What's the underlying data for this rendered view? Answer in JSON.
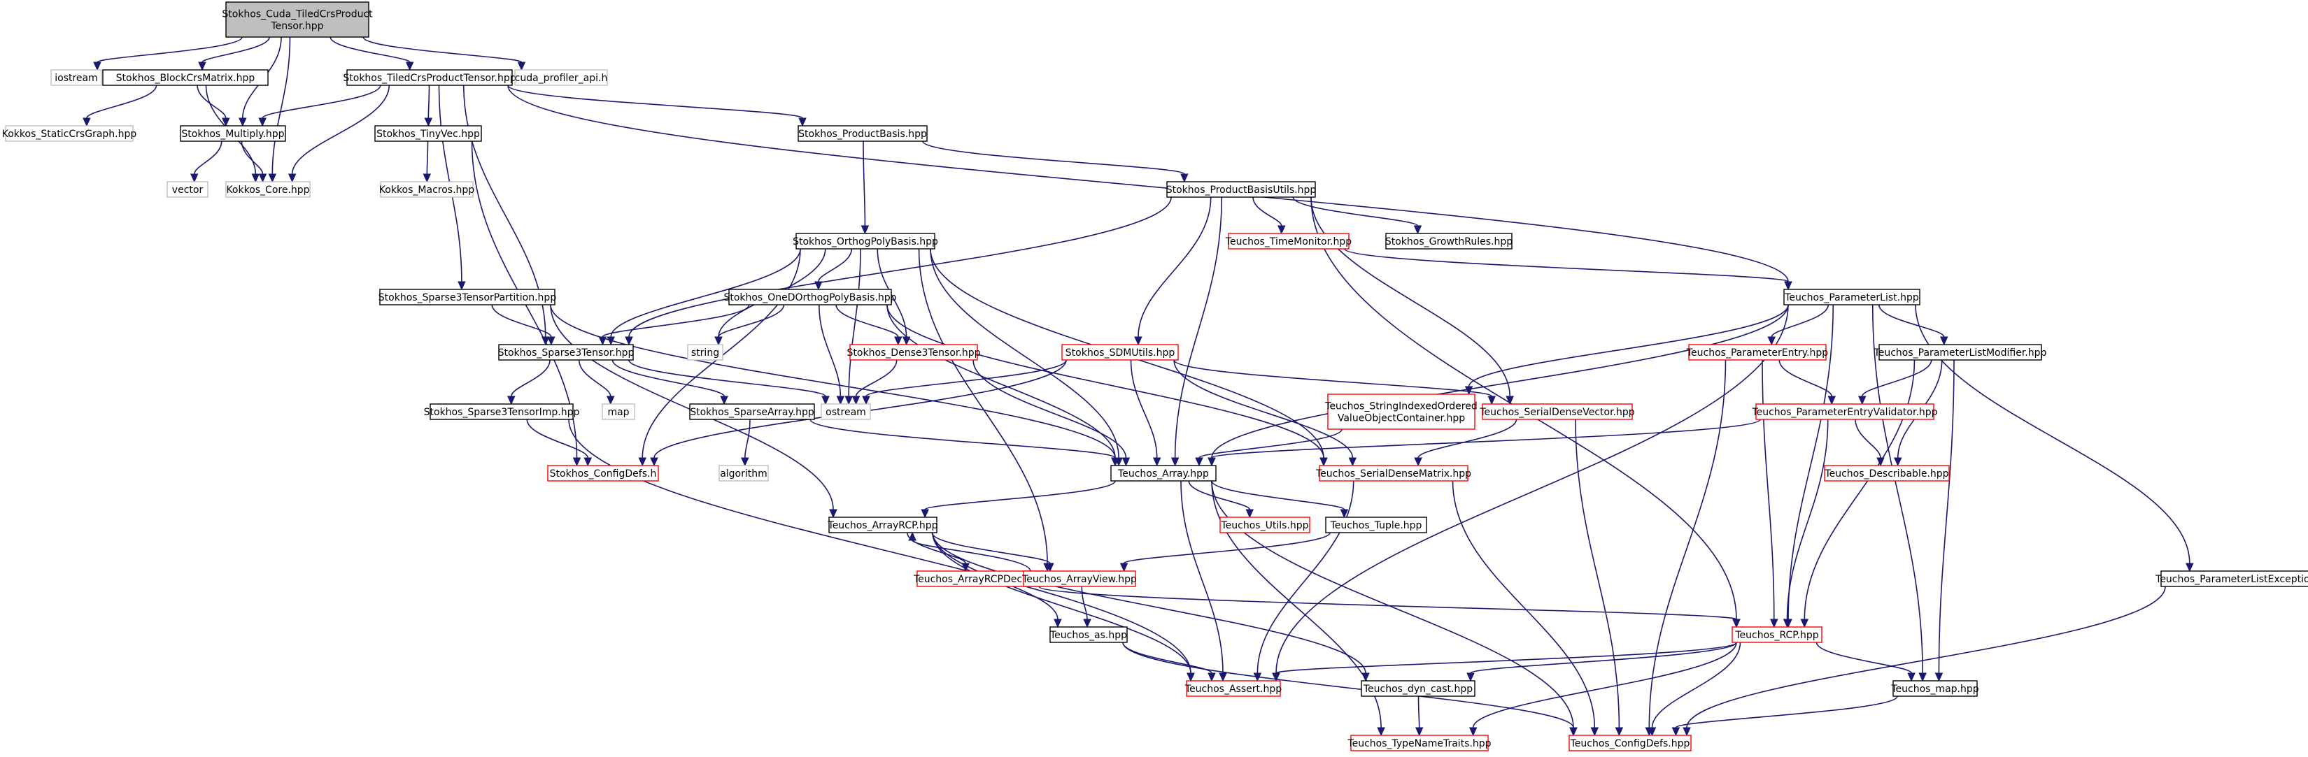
{
  "graph": {
    "colors": {
      "edge": "#191970",
      "border_normal": "#000000",
      "border_truncated": "#ff0000",
      "border_external": "#bfbfbf",
      "root_fill": "#bfbfbf",
      "node_fill": "#ffffff"
    },
    "nodes": [
      {
        "id": "root",
        "lines": [
          "Stokhos_Cuda_TiledCrsProduct",
          "Tensor.hpp"
        ],
        "style": "root"
      },
      {
        "id": "iostream",
        "lines": [
          "iostream"
        ],
        "style": "external"
      },
      {
        "id": "blockcrs",
        "lines": [
          "Stokhos_BlockCrsMatrix.hpp"
        ],
        "style": "normal"
      },
      {
        "id": "tiledcrs",
        "lines": [
          "Stokhos_TiledCrsProductTensor.hpp"
        ],
        "style": "normal"
      },
      {
        "id": "cudaprof",
        "lines": [
          "cuda_profiler_api.h"
        ],
        "style": "external"
      },
      {
        "id": "kokkosgraph",
        "lines": [
          "Kokkos_StaticCrsGraph.hpp"
        ],
        "style": "external"
      },
      {
        "id": "multiply",
        "lines": [
          "Stokhos_Multiply.hpp"
        ],
        "style": "normal"
      },
      {
        "id": "tinyvec",
        "lines": [
          "Stokhos_TinyVec.hpp"
        ],
        "style": "normal"
      },
      {
        "id": "productbasis",
        "lines": [
          "Stokhos_ProductBasis.hpp"
        ],
        "style": "normal"
      },
      {
        "id": "vector",
        "lines": [
          "vector"
        ],
        "style": "external"
      },
      {
        "id": "kokkoscore",
        "lines": [
          "Kokkos_Core.hpp"
        ],
        "style": "external"
      },
      {
        "id": "kokkosmacros",
        "lines": [
          "Kokkos_Macros.hpp"
        ],
        "style": "external"
      },
      {
        "id": "pbutils",
        "lines": [
          "Stokhos_ProductBasisUtils.hpp"
        ],
        "style": "normal"
      },
      {
        "id": "orthopoly",
        "lines": [
          "Stokhos_OrthogPolyBasis.hpp"
        ],
        "style": "normal"
      },
      {
        "id": "timemonitor",
        "lines": [
          "Teuchos_TimeMonitor.hpp"
        ],
        "style": "truncated"
      },
      {
        "id": "growthrules",
        "lines": [
          "Stokhos_GrowthRules.hpp"
        ],
        "style": "normal"
      },
      {
        "id": "s3partition",
        "lines": [
          "Stokhos_Sparse3TensorPartition.hpp"
        ],
        "style": "normal"
      },
      {
        "id": "onedortho",
        "lines": [
          "Stokhos_OneDOrthogPolyBasis.hpp"
        ],
        "style": "normal"
      },
      {
        "id": "paramlist",
        "lines": [
          "Teuchos_ParameterList.hpp"
        ],
        "style": "normal"
      },
      {
        "id": "s3tensor",
        "lines": [
          "Stokhos_Sparse3Tensor.hpp"
        ],
        "style": "normal"
      },
      {
        "id": "string",
        "lines": [
          "string"
        ],
        "style": "external"
      },
      {
        "id": "dense3",
        "lines": [
          "Stokhos_Dense3Tensor.hpp"
        ],
        "style": "truncated"
      },
      {
        "id": "sdmutils",
        "lines": [
          "Stokhos_SDMUtils.hpp"
        ],
        "style": "truncated"
      },
      {
        "id": "paramentry",
        "lines": [
          "Teuchos_ParameterEntry.hpp"
        ],
        "style": "truncated"
      },
      {
        "id": "plmodifier",
        "lines": [
          "Teuchos_ParameterListModifier.hpp"
        ],
        "style": "normal"
      },
      {
        "id": "map",
        "lines": [
          "map"
        ],
        "style": "external"
      },
      {
        "id": "ostream",
        "lines": [
          "ostream"
        ],
        "style": "external"
      },
      {
        "id": "stringindexed",
        "lines": [
          "Teuchos_StringIndexedOrdered",
          "ValueObjectContainer.hpp"
        ],
        "style": "truncated"
      },
      {
        "id": "serialvec",
        "lines": [
          "Teuchos_SerialDenseVector.hpp"
        ],
        "style": "truncated"
      },
      {
        "id": "s3imp",
        "lines": [
          "Stokhos_Sparse3TensorImp.hpp"
        ],
        "style": "normal"
      },
      {
        "id": "sparsearray",
        "lines": [
          "Stokhos_SparseArray.hpp"
        ],
        "style": "normal"
      },
      {
        "id": "validator",
        "lines": [
          "Teuchos_ParameterEntryValidator.hpp"
        ],
        "style": "truncated"
      },
      {
        "id": "configdefs_s",
        "lines": [
          "Stokhos_ConfigDefs.h"
        ],
        "style": "truncated"
      },
      {
        "id": "algorithm",
        "lines": [
          "algorithm"
        ],
        "style": "external"
      },
      {
        "id": "array",
        "lines": [
          "Teuchos_Array.hpp"
        ],
        "style": "normal"
      },
      {
        "id": "serialmat",
        "lines": [
          "Teuchos_SerialDenseMatrix.hpp"
        ],
        "style": "truncated"
      },
      {
        "id": "describable",
        "lines": [
          "Teuchos_Describable.hpp"
        ],
        "style": "truncated"
      },
      {
        "id": "arrayrcp",
        "lines": [
          "Teuchos_ArrayRCP.hpp"
        ],
        "style": "normal"
      },
      {
        "id": "utils",
        "lines": [
          "Teuchos_Utils.hpp"
        ],
        "style": "truncated"
      },
      {
        "id": "tuple",
        "lines": [
          "Teuchos_Tuple.hpp"
        ],
        "style": "normal"
      },
      {
        "id": "arrayrcpdecl",
        "lines": [
          "Teuchos_ArrayRCPDecl.hpp"
        ],
        "style": "truncated"
      },
      {
        "id": "arrayview",
        "lines": [
          "Teuchos_ArrayView.hpp"
        ],
        "style": "truncated"
      },
      {
        "id": "plexceptions",
        "lines": [
          "Teuchos_ParameterListExceptions.hpp"
        ],
        "style": "normal"
      },
      {
        "id": "as",
        "lines": [
          "Teuchos_as.hpp"
        ],
        "style": "normal"
      },
      {
        "id": "rcp",
        "lines": [
          "Teuchos_RCP.hpp"
        ],
        "style": "truncated"
      },
      {
        "id": "assert",
        "lines": [
          "Teuchos_Assert.hpp"
        ],
        "style": "truncated"
      },
      {
        "id": "dyncast",
        "lines": [
          "Teuchos_dyn_cast.hpp"
        ],
        "style": "normal"
      },
      {
        "id": "tmap",
        "lines": [
          "Teuchos_map.hpp"
        ],
        "style": "normal"
      },
      {
        "id": "typename",
        "lines": [
          "Teuchos_TypeNameTraits.hpp"
        ],
        "style": "truncated"
      },
      {
        "id": "configdefs_t",
        "lines": [
          "Teuchos_ConfigDefs.hpp"
        ],
        "style": "truncated"
      }
    ],
    "edges": [
      [
        "root",
        "iostream"
      ],
      [
        "root",
        "blockcrs"
      ],
      [
        "root",
        "tiledcrs"
      ],
      [
        "root",
        "cudaprof"
      ],
      [
        "root",
        "multiply"
      ],
      [
        "root",
        "kokkoscore"
      ],
      [
        "blockcrs",
        "kokkosgraph"
      ],
      [
        "blockcrs",
        "multiply"
      ],
      [
        "blockcrs",
        "kokkoscore"
      ],
      [
        "multiply",
        "vector"
      ],
      [
        "multiply",
        "kokkoscore"
      ],
      [
        "tiledcrs",
        "multiply"
      ],
      [
        "tiledcrs",
        "kokkoscore"
      ],
      [
        "tiledcrs",
        "tinyvec"
      ],
      [
        "tiledcrs",
        "productbasis"
      ],
      [
        "tiledcrs",
        "s3partition"
      ],
      [
        "tiledcrs",
        "s3tensor"
      ],
      [
        "tiledcrs",
        "paramlist"
      ],
      [
        "tinyvec",
        "kokkosmacros"
      ],
      [
        "tinyvec",
        "configdefs_s"
      ],
      [
        "productbasis",
        "orthopoly"
      ],
      [
        "productbasis",
        "pbutils"
      ],
      [
        "pbutils",
        "timemonitor"
      ],
      [
        "pbutils",
        "growthrules"
      ],
      [
        "pbutils",
        "s3tensor"
      ],
      [
        "pbutils",
        "sdmutils"
      ],
      [
        "pbutils",
        "serialvec"
      ],
      [
        "pbutils",
        "array"
      ],
      [
        "pbutils",
        "rcp"
      ],
      [
        "timemonitor",
        "paramlist"
      ],
      [
        "orthopoly",
        "s3tensor"
      ],
      [
        "orthopoly",
        "onedortho"
      ],
      [
        "orthopoly",
        "string"
      ],
      [
        "orthopoly",
        "dense3"
      ],
      [
        "orthopoly",
        "ostream"
      ],
      [
        "orthopoly",
        "array"
      ],
      [
        "orthopoly",
        "serialmat"
      ],
      [
        "orthopoly",
        "arrayview"
      ],
      [
        "orthopoly",
        "configdefs_s"
      ],
      [
        "onedortho",
        "s3tensor"
      ],
      [
        "onedortho",
        "string"
      ],
      [
        "onedortho",
        "dense3"
      ],
      [
        "onedortho",
        "ostream"
      ],
      [
        "onedortho",
        "array"
      ],
      [
        "onedortho",
        "serialmat"
      ],
      [
        "s3partition",
        "s3tensor"
      ],
      [
        "s3partition",
        "array"
      ],
      [
        "s3partition",
        "arrayrcp"
      ],
      [
        "s3tensor",
        "map"
      ],
      [
        "s3tensor",
        "ostream"
      ],
      [
        "s3tensor",
        "sparsearray"
      ],
      [
        "s3tensor",
        "s3imp"
      ],
      [
        "s3imp",
        "configdefs_s"
      ],
      [
        "s3imp",
        "assert"
      ],
      [
        "sparsearray",
        "algorithm"
      ],
      [
        "sparsearray",
        "array"
      ],
      [
        "dense3",
        "ostream"
      ],
      [
        "dense3",
        "array"
      ],
      [
        "sdmutils",
        "ostream"
      ],
      [
        "sdmutils",
        "array"
      ],
      [
        "sdmutils",
        "serialvec"
      ],
      [
        "sdmutils",
        "serialmat"
      ],
      [
        "sdmutils",
        "configdefs_s"
      ],
      [
        "paramlist",
        "array"
      ],
      [
        "paramlist",
        "stringindexed"
      ],
      [
        "paramlist",
        "paramentry"
      ],
      [
        "paramlist",
        "plmodifier"
      ],
      [
        "paramlist",
        "plexceptions"
      ],
      [
        "paramlist",
        "rcp"
      ],
      [
        "paramlist",
        "assert"
      ],
      [
        "paramlist",
        "tmap"
      ],
      [
        "paramentry",
        "validator"
      ],
      [
        "paramentry",
        "rcp"
      ],
      [
        "paramentry",
        "configdefs_t"
      ],
      [
        "plmodifier",
        "validator"
      ],
      [
        "plmodifier",
        "describable"
      ],
      [
        "plmodifier",
        "rcp"
      ],
      [
        "plmodifier",
        "tmap"
      ],
      [
        "validator",
        "describable"
      ],
      [
        "validator",
        "rcp"
      ],
      [
        "validator",
        "array"
      ],
      [
        "stringindexed",
        "array"
      ],
      [
        "serialvec",
        "serialmat"
      ],
      [
        "serialvec",
        "configdefs_t"
      ],
      [
        "serialmat",
        "assert"
      ],
      [
        "serialmat",
        "configdefs_t"
      ],
      [
        "array",
        "arrayrcp"
      ],
      [
        "array",
        "utils"
      ],
      [
        "array",
        "tuple"
      ],
      [
        "array",
        "assert"
      ],
      [
        "array",
        "typename"
      ],
      [
        "array",
        "configdefs_t"
      ],
      [
        "tuple",
        "arrayview"
      ],
      [
        "arrayrcp",
        "arrayrcpdecl"
      ],
      [
        "arrayrcp",
        "arrayview"
      ],
      [
        "arrayrcp",
        "as"
      ],
      [
        "arrayrcp",
        "assert"
      ],
      [
        "arrayrcp",
        "dyncast"
      ],
      [
        "arrayview",
        "arrayrcp"
      ],
      [
        "arrayview",
        "as"
      ],
      [
        "arrayrcpdecl",
        "rcp"
      ],
      [
        "as",
        "assert"
      ],
      [
        "as",
        "configdefs_t"
      ],
      [
        "rcp",
        "assert"
      ],
      [
        "rcp",
        "dyncast"
      ],
      [
        "rcp",
        "tmap"
      ],
      [
        "rcp",
        "typename"
      ],
      [
        "rcp",
        "configdefs_t"
      ],
      [
        "dyncast",
        "typename"
      ],
      [
        "tmap",
        "configdefs_t"
      ],
      [
        "plexceptions",
        "configdefs_t"
      ]
    ]
  }
}
